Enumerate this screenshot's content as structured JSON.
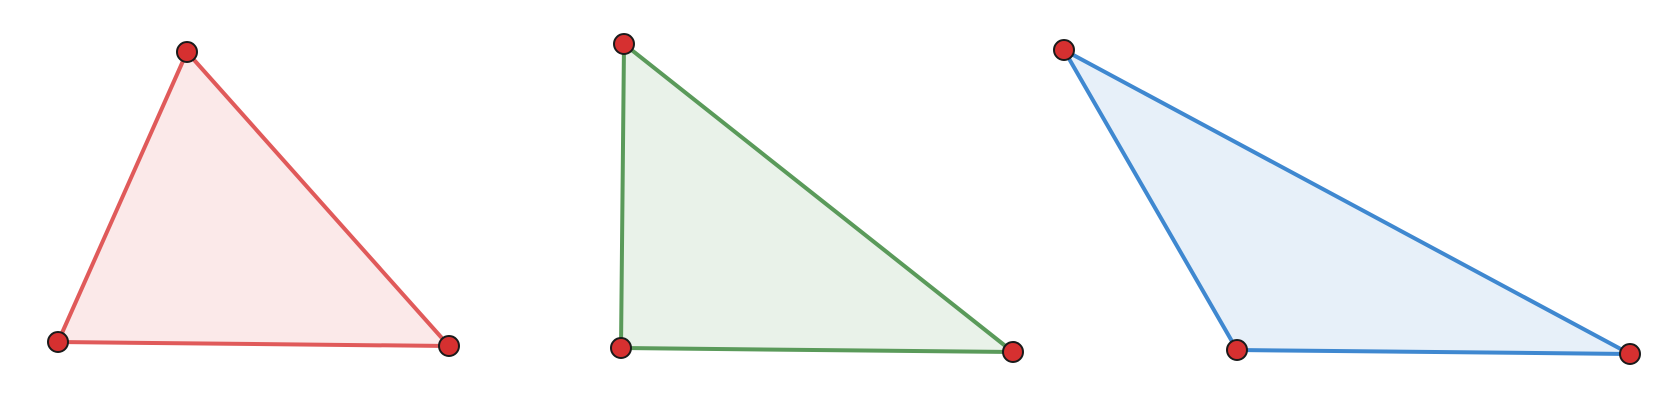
{
  "colors": {
    "background": "#ffffff",
    "vertex_fill": "#d63030",
    "vertex_stroke": "#1a1a1a"
  },
  "triangles": [
    {
      "name": "triangle-red",
      "stroke": "#e05a5a",
      "fill": "#fbe9e9"
    },
    {
      "name": "triangle-green",
      "stroke": "#5a9a5a",
      "fill": "#e9f2e9"
    },
    {
      "name": "triangle-blue",
      "stroke": "#3f88d0",
      "fill": "#e7f0f9"
    }
  ]
}
